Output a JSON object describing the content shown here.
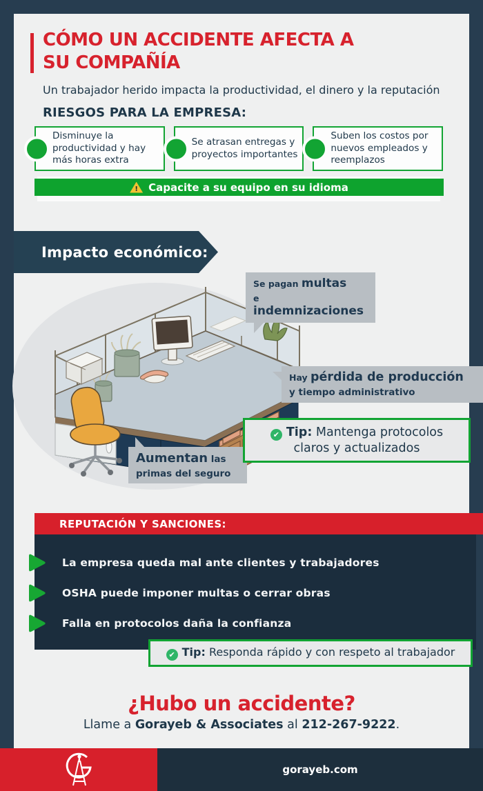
{
  "colors": {
    "red": "#d7222d",
    "green": "#12a433",
    "green_banner": "#0ea32e",
    "navy_border": "#273d50",
    "navy_section": "#1b2d3d",
    "label_gray": "#b8bec3",
    "background": "#eff0f0"
  },
  "header": {
    "title_line1": "CÓMO UN ACCIDENTE AFECTA A",
    "title_line2": "SU COMPAÑÍA",
    "subtitle": "Un trabajador herido impacta la productividad, el dinero y la reputación"
  },
  "risks": {
    "heading": "RIESGOS PARA LA EMPRESA:",
    "items": [
      "Disminuye la productividad y hay más horas extra",
      "Se atrasan entregas y proyectos importantes",
      "Suben los costos por nuevos empleados y reemplazos"
    ],
    "banner": {
      "warning_symbol": "!",
      "text": "Capacite a su equipo en su idioma"
    }
  },
  "economic": {
    "heading": "Impacto económico:",
    "label_fines": {
      "pre1": "Se pagan ",
      "big1": "multas",
      "pre2": "e ",
      "big2": "indemnizaciones"
    },
    "label_production": {
      "pre": "Hay ",
      "big": "pérdida de producción",
      "line2": "y tiempo administrativo"
    },
    "label_premiums": {
      "big": "Aumentan",
      "post": " las",
      "line2": "primas del seguro"
    },
    "tip": {
      "check": "✔",
      "label": "Tip:",
      "line1": " Mantenga protocolos",
      "line2": "claros y actualizados"
    }
  },
  "reputation": {
    "banner": "REPUTACIÓN Y SANCIONES:",
    "items": [
      "La empresa queda mal ante clientes y trabajadores",
      "OSHA puede imponer multas o cerrar obras",
      "Falla en protocolos daña la confianza"
    ],
    "tip": {
      "check": "✔",
      "label": "Tip:",
      "text": " Responda rápido y con respeto al trabajador"
    }
  },
  "cta": {
    "question": "¿Hubo un accidente?",
    "call": {
      "pre": "Llame a ",
      "firm": "Gorayeb & Associates",
      "mid": " al ",
      "phone": "212-267-9222",
      "end": "."
    }
  },
  "footer": {
    "website": "gorayeb.com"
  }
}
